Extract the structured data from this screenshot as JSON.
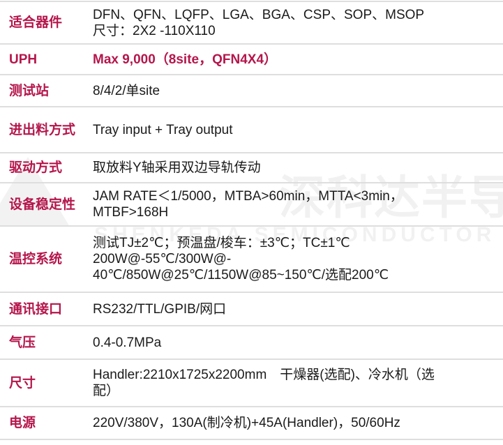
{
  "watermark": {
    "cn": "深科达半导体",
    "en": "SHENKEDA SEMICONDUCTOR"
  },
  "rows": [
    {
      "label": "适合器件",
      "lines": [
        "DFN、QFN、LQFP、LGA、BGA、CSP、SOP、MSOP",
        "尺寸：2X2 -110X110"
      ]
    },
    {
      "label": "UPH",
      "lines": [
        "Max 9,000（8site，QFN4X4）"
      ]
    },
    {
      "label": "测试站",
      "lines": [
        "8/4/2/单site"
      ]
    },
    {
      "label": "进出料方式",
      "lines": [
        "Tray input + Tray output"
      ]
    },
    {
      "label": "驱动方式",
      "lines": [
        "取放料Y轴采用双边导轨传动"
      ]
    },
    {
      "label": "设备稳定性",
      "lines": [
        "JAM RATE＜1/5000，MTBA>60min，MTTA<3min，",
        "MTBF>168H"
      ]
    },
    {
      "label": "温控系统",
      "lines": [
        "测试TJ±2℃；预温盘/梭车：±3℃；TC±1℃",
        "200W@-55℃/300W@-",
        "40℃/850W@25℃/1150W@85~150℃/选配200℃"
      ]
    },
    {
      "label": "通讯接口",
      "lines": [
        "RS232/TTL/GPIB/网口"
      ]
    },
    {
      "label": "气压",
      "lines": [
        "0.4-0.7MPa"
      ]
    },
    {
      "label": "尺寸",
      "lines": [
        "Handler:2210x1725x2200mm　干燥器(选配)、冷水机（选",
        "配）"
      ]
    },
    {
      "label": "电源",
      "lines": [
        "220V/380V，130A(制冷机)+45A(Handler)，50/60Hz"
      ]
    }
  ]
}
